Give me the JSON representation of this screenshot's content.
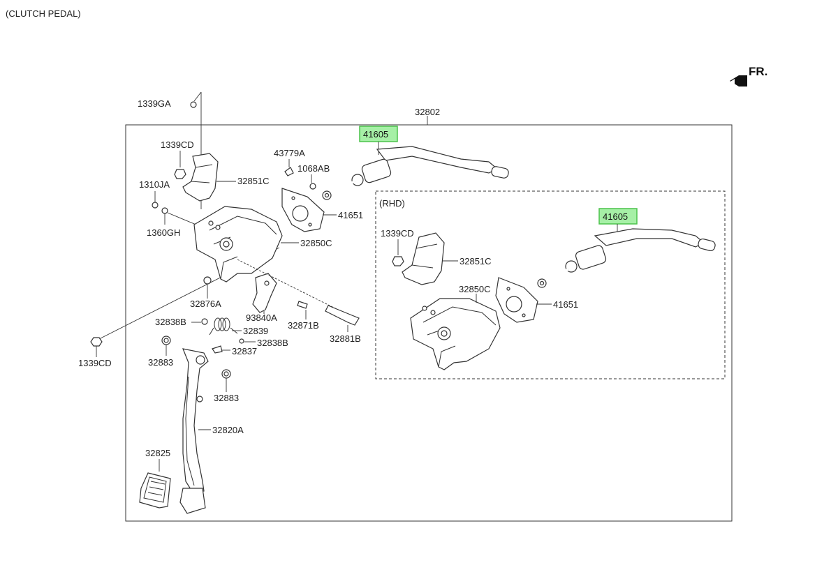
{
  "title": "(CLUTCH PEDAL)",
  "direction_label": "FR.",
  "assembly_label": "32802",
  "rhd_label": "(RHD)",
  "highlight_color": "#a6f0a6",
  "highlight_border": "#4cc24c",
  "labels": {
    "p1339GA": "1339GA",
    "p1339CD_a": "1339CD",
    "p32851C_a": "32851C",
    "p1310JA": "1310JA",
    "p1360GH": "1360GH",
    "p43779A": "43779A",
    "p1068AB": "1068AB",
    "p41605_a": "41605",
    "p41651_a": "41651",
    "p32850C_a": "32850C",
    "p32876A": "32876A",
    "p93840A": "93840A",
    "p32871B": "32871B",
    "p32881B": "32881B",
    "p32838B_a": "32838B",
    "p32839": "32839",
    "p32838B_b": "32838B",
    "p32837": "32837",
    "p1339CD_b": "1339CD",
    "p32883_a": "32883",
    "p32883_b": "32883",
    "p32820A": "32820A",
    "p32825": "32825",
    "p1339CD_c": "1339CD",
    "p32851C_b": "32851C",
    "p41605_b": "41605",
    "p32850C_b": "32850C",
    "p41651_b": "41651"
  }
}
